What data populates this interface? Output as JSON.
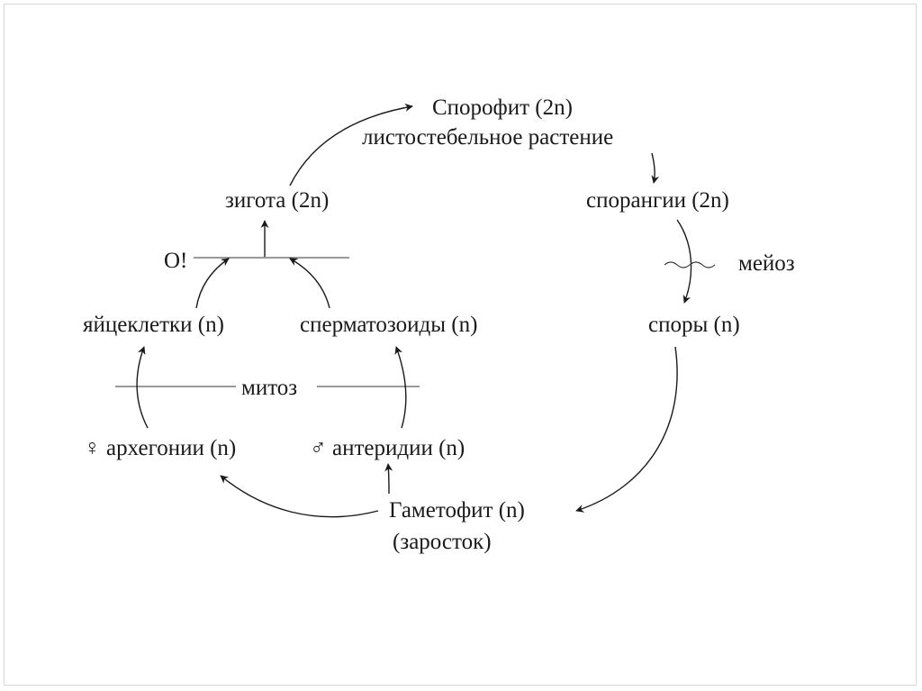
{
  "diagram": {
    "sporophyte": "Спорофит (2n)",
    "leafy_plant": "листостебельное растение",
    "sporangia": "спорангии (2n)",
    "meiosis": "мейоз",
    "spores": "споры (n)",
    "gametophyte": "Гаметофит (n)",
    "prothallus": "(заросток)",
    "archegonia": "♀ архегонии (n)",
    "antheridia": "♂ антеридии (n)",
    "mitosis": "митоз",
    "egg_cells": "яйцеклетки (n)",
    "sperm": "сперматозоиды (n)",
    "fertilization": "О!",
    "zygote": "зигота (2n)"
  },
  "colors": {
    "ink": "#1a1a1a",
    "background": "#ffffff"
  }
}
